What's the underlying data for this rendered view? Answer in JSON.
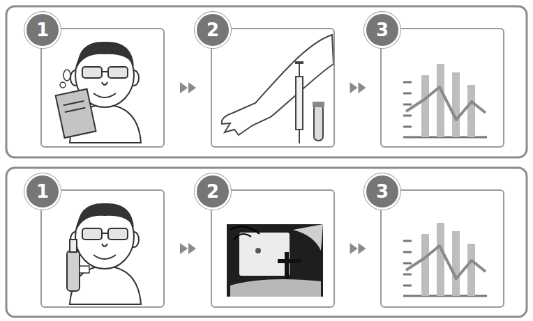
{
  "diagram": {
    "nodes": [
      {
        "text": [
          "1"
        ]
      },
      {
        "text": [
          "2"
        ]
      },
      {
        "text": [
          "3"
        ]
      },
      {
        "text": [
          "1"
        ]
      },
      {
        "text": [
          "2"
        ]
      },
      {
        "text": [
          "3"
        ]
      }
    ],
    "edges": [
      {
        "from": 0,
        "to": 1,
        "arrow": "to"
      },
      {
        "from": 1,
        "to": 2,
        "arrow": "to"
      },
      {
        "from": 3,
        "to": 4,
        "arrow": "to"
      },
      {
        "from": 4,
        "to": 5,
        "arrow": "to"
      }
    ]
  }
}
